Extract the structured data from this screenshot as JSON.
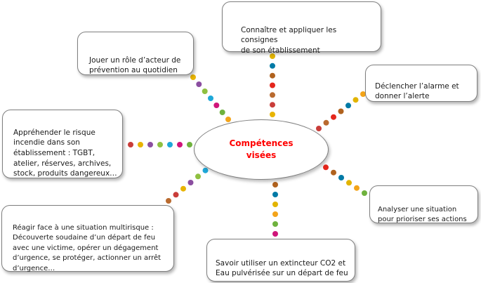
{
  "center": {
    "label": "Compétences visées",
    "color": "#ff0000"
  },
  "competences": [
    {
      "text": "Connaître et appliquer les consignes\nde son établissement"
    },
    {
      "text": "Jouer un rôle d’acteur de\nprévention au quotidien"
    },
    {
      "text": "Déclencher l’alarme et\ndonner l’alerte"
    },
    {
      "text": "Appréhender le risque\nincendie dans son\nétablissement : TGBT,\natelier, réserves, archives,\nstock, produits dangereux…"
    },
    {
      "text": "Analyser une situation\npour prioriser ses actions"
    },
    {
      "text": "Réagir face à une situation multirisque :\nDécouverte soudaine d’un départ de feu\navec une victime, opérer un dégagement\nd’urgence, se protéger, actionner un arrêt\nd’urgence…"
    },
    {
      "text": "Savoir utiliser un extincteur CO2 et\nEau pulvérisée sur un départ de feu"
    }
  ],
  "dot_colors": [
    "#e8b400",
    "#d0157a",
    "#007aa6",
    "#c93d3a",
    "#1ea8d8",
    "#e2b400",
    "#b96a2f",
    "#8fc040",
    "#f3a41a",
    "#e4261c",
    "#8b4ea0",
    "#6fb23e",
    "#b0621e"
  ]
}
